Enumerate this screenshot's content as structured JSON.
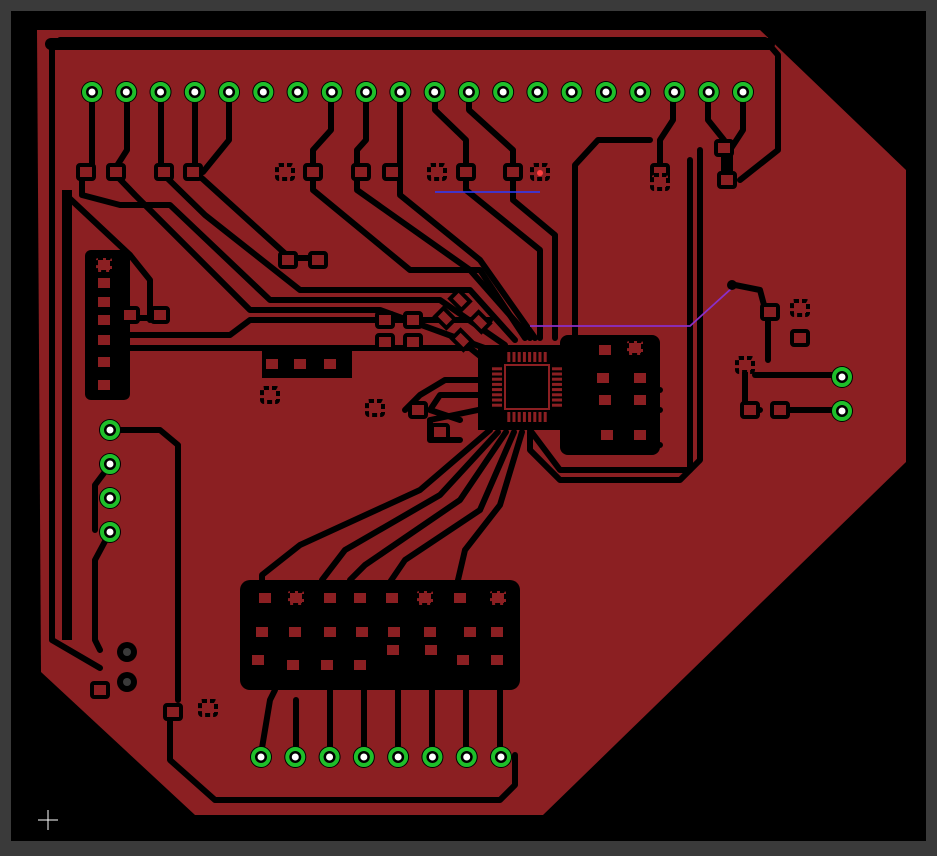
{
  "view": {
    "frame_color": "#3a3a3a",
    "canvas_color": "#000000",
    "copper_color": "#8b1f22",
    "trace_color": "#000000",
    "pad_color": "#8b1f22",
    "via_ring_color": "#1fbf2a",
    "via_hole_color": "#ffffff",
    "ratsnest_top_color": "#2a3cff",
    "ratsnest_bottom_color": "#8a2fc8",
    "cursor_icon": "crosshair-icon"
  },
  "board": {
    "header_top_pins": 20,
    "header_left_pins": 4,
    "header_right_pins": 2,
    "header_bottom_pins": 8,
    "ic_package": "QFN"
  }
}
